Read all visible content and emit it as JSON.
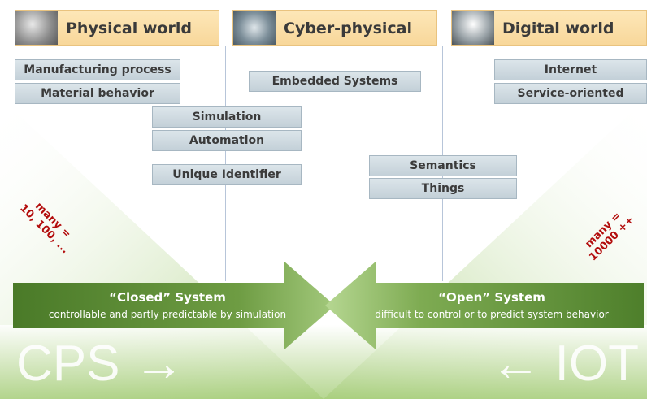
{
  "headers": {
    "physical": "Physical world",
    "cyber": "Cyber-physical",
    "digital": "Digital world"
  },
  "physical_items": {
    "manufacturing": "Manufacturing process",
    "material": "Material behavior"
  },
  "cyber_items": {
    "embedded": "Embedded Systems",
    "simulation": "Simulation",
    "automation": "Automation",
    "unique": "Unique Identifier"
  },
  "digital_items": {
    "internet": "Internet",
    "service": "Service-oriented",
    "semantics": "Semantics",
    "things": "Things"
  },
  "left_count": {
    "line1": "many =",
    "line2": "10, 100, ..."
  },
  "right_count": {
    "line1": "many =",
    "line2": "10000 ++"
  },
  "closed_system": {
    "title": "“Closed” System",
    "subtitle": "controllable and partly predictable by simulation"
  },
  "open_system": {
    "title": "“Open” System",
    "subtitle": "difficult to control or to predict system behavior"
  },
  "bottom": {
    "cps": "CPS →",
    "iot": "← IOT"
  },
  "colors": {
    "header_fill": "#f8d79a",
    "box_fill": "#c8d4dc",
    "arrow_dark": "#4f7f2c",
    "arrow_light": "#a8cf7d",
    "count_red": "#b30d0d"
  }
}
